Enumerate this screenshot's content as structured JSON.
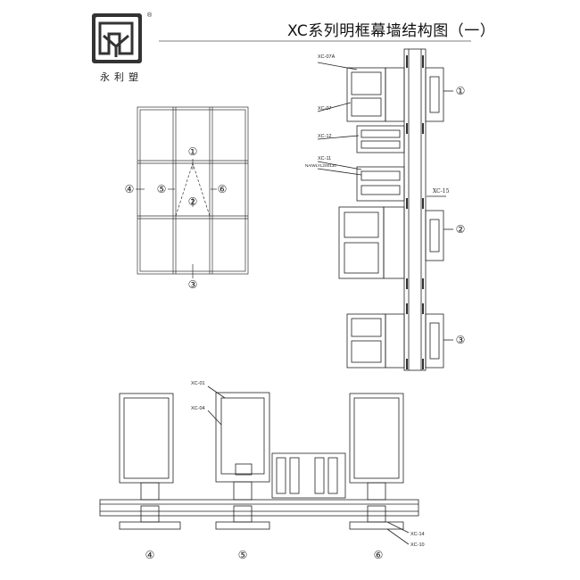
{
  "header": {
    "title": "XC系列明框幕墙结构图（一）",
    "brand_text": "永利塑",
    "registered_mark": "®"
  },
  "marks": {
    "m1": "①",
    "m2": "②",
    "m3": "③",
    "m4": "④",
    "m5": "⑤",
    "m6": "⑥"
  },
  "labels": {
    "xc07a": "XC-07A",
    "xc07": "XC-07",
    "xc12": "XC-12",
    "xc11": "XC-11",
    "xc11_note": "NAIWLYL2S0130",
    "xc15": "XC-15",
    "xc01": "XC-01",
    "xc04": "XC-04",
    "xc14": "XC-14",
    "xc10": "XC-10"
  }
}
